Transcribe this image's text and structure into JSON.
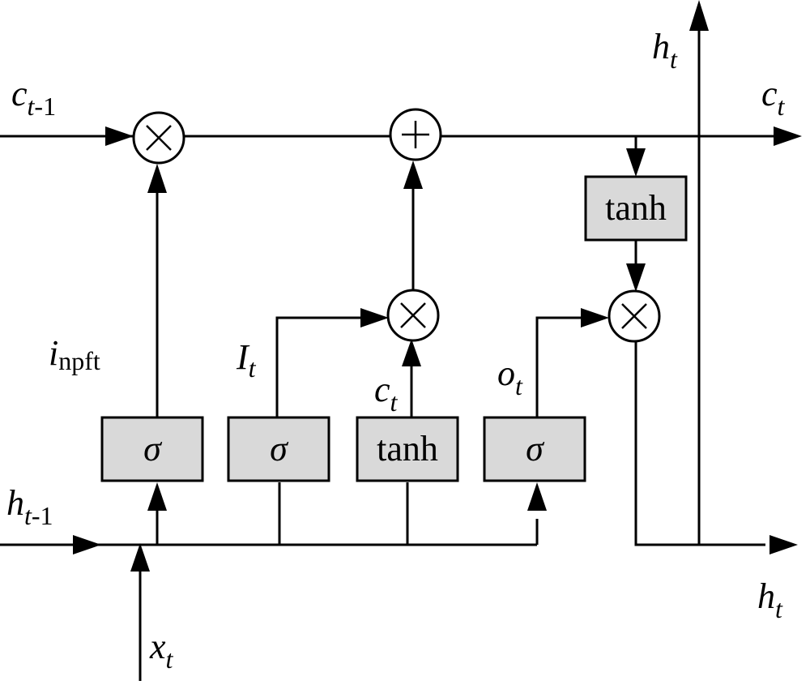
{
  "labels": {
    "c_prev": {
      "base": "c",
      "sub": "t",
      "sub2": "-1"
    },
    "c_out": {
      "base": "c",
      "sub": "t"
    },
    "h_top": {
      "base": "h",
      "sub": "t"
    },
    "h_prev": {
      "base": "h",
      "sub": "t",
      "sub2": "-1"
    },
    "h_out": {
      "base": "h",
      "sub": "t"
    },
    "x_in": {
      "base": "x",
      "sub": "t"
    },
    "i_gate": {
      "base": "i",
      "sub": "npft"
    },
    "I_gate": {
      "base": "I",
      "sub": "t"
    },
    "c_cand": {
      "base": "c",
      "sub": "t"
    },
    "o_gate": {
      "base": "o",
      "sub": "t"
    }
  },
  "boxes": {
    "sigma1": "σ",
    "sigma2": "σ",
    "tanh_mid": "tanh",
    "sigma3": "σ",
    "tanh_top": "tanh"
  },
  "operators": {
    "mult1": "×",
    "add": "+",
    "mult2": "×",
    "mult3": "×"
  }
}
